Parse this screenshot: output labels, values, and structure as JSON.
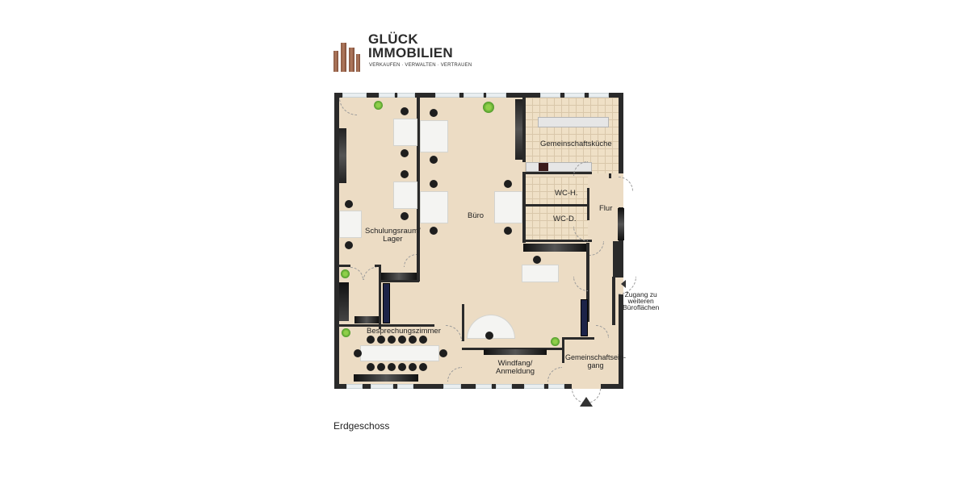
{
  "logo": {
    "line1": "GLÜCK",
    "line2": "IMMOBILIEN",
    "tagline": "VERKAUFEN · VERWALTEN · VERTRAUEN",
    "brand_color": "#8a5a44"
  },
  "floorplan": {
    "rooms": {
      "kitchen": "Gemeinschaftsküche",
      "wc_h": "WC-H.",
      "wc_d": "WC-D.",
      "flur": "Flur",
      "buero": "Büro",
      "schulung_line1": "Schulungsraum/",
      "schulung_line2": "Lager",
      "besprechung": "Besprechungszimmer",
      "windfang_line1": "Windfang/",
      "windfang_line2": "Anmeldung",
      "eingang_line1": "Gemeinschaftsein-",
      "eingang_line2": "gang"
    },
    "access_label": {
      "line1": "Zugang zu",
      "line2": "weiteren",
      "line3": "Büroflächen"
    },
    "colors": {
      "floor": "#ecdcc4",
      "wall": "#2a2a2a",
      "tile": "#efe0c6"
    }
  },
  "caption": "Erdgeschoss"
}
